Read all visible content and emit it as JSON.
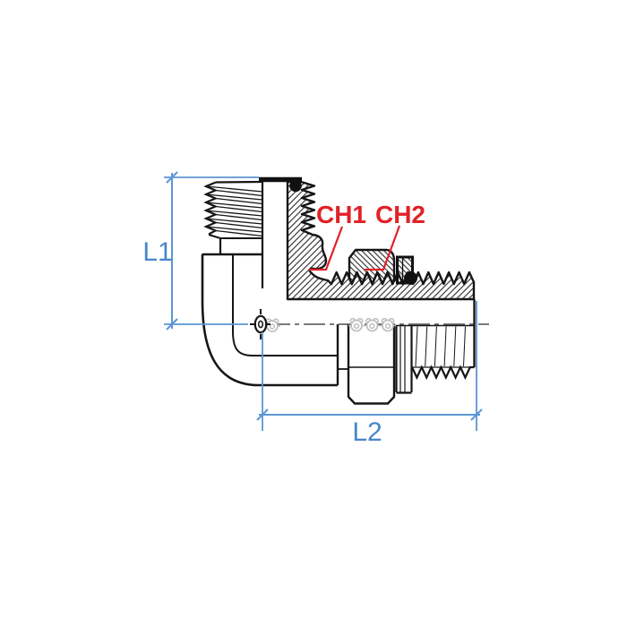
{
  "drawing": {
    "background": "#ffffff",
    "labels": {
      "l1": "L1",
      "l2": "L2",
      "ch1": "CH1",
      "ch2": "CH2"
    },
    "colors": {
      "outline": "#161616",
      "dimension_line": "#5b96d5",
      "dimension_text": "#4886c8",
      "callout_red": "#e02227",
      "hex_corner_mark": "#bfbfbf",
      "o_ring": "#111111",
      "hatch": "#1d1d1d"
    },
    "parts": [
      "top-male-thread-port",
      "body-cross-section",
      "captive-seal-cap",
      "top-o-ring",
      "elbow-bend",
      "body-hex",
      "locknut",
      "washer",
      "side-o-ring",
      "right-male-thread-port",
      "hex-nut",
      "bend-center-mark"
    ]
  }
}
